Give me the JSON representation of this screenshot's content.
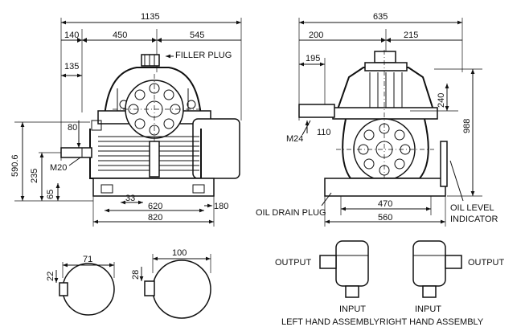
{
  "front_view": {
    "dims": {
      "overall_width": "1135",
      "d140": "140",
      "d450": "450",
      "d545": "545",
      "d135": "135",
      "d80": "80",
      "m20": "M20",
      "height": "590.6",
      "d235": "235",
      "d65": "65",
      "d33": "33",
      "d620": "620",
      "d180": "180",
      "d820": "820"
    },
    "filler_plug_label": "FILLER PLUG"
  },
  "side_view": {
    "dims": {
      "overall_width": "635",
      "d200": "200",
      "d215": "215",
      "d195": "195",
      "d240": "240",
      "d988": "988",
      "m24": "M24",
      "d110": "110",
      "d470": "470",
      "d560": "560"
    },
    "oil_drain_plug_label": "OIL DRAIN PLUG",
    "oil_level_label_1": "OIL LEVEL",
    "oil_level_label_2": "INDICATOR"
  },
  "shaft_details": {
    "left": {
      "width": "71",
      "key": "22"
    },
    "right": {
      "width": "100",
      "key": "28"
    }
  },
  "assemblies": {
    "left": {
      "output": "OUTPUT",
      "input": "INPUT",
      "title": "LEFT HAND ASSEMBLY"
    },
    "right": {
      "output": "OUTPUT",
      "input": "INPUT",
      "title": "RIGHT HAND ASSEMBLY"
    }
  }
}
